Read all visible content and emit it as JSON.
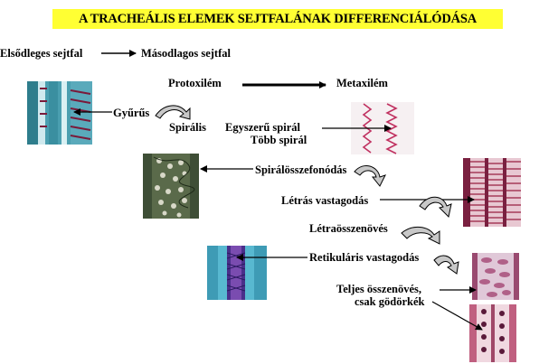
{
  "title": "A TRACHEÁLIS ELEMEK SEJTFALÁNAK DIFFERENCIÁLÓDÁSA",
  "labels": {
    "primary_wall": "Elsődleges sejtfal",
    "secondary_wall": "Másodlagos sejtfal",
    "protoxylem": "Protoxilém",
    "metaxylem": "Metaxilém",
    "ring": "Gyűrűs",
    "spiral": "Spirális",
    "simple_spiral": "Egyszerű spirál",
    "multi_spiral": "Több spirál",
    "spiral_interweaving": "Spirálösszefonódás",
    "ladder_thickening": "Létrás vastagodás",
    "ladder_fusion": "Létraösszenövés",
    "reticular_thickening": "Retikuláris vastagodás",
    "full_fusion_line1": "Teljes összenövés,",
    "full_fusion_line2": "csak gödörkék"
  },
  "colors": {
    "title_bg": "#ffff33",
    "arrow": "#000000",
    "curved_arrow_fill": "#c8c8c8"
  }
}
